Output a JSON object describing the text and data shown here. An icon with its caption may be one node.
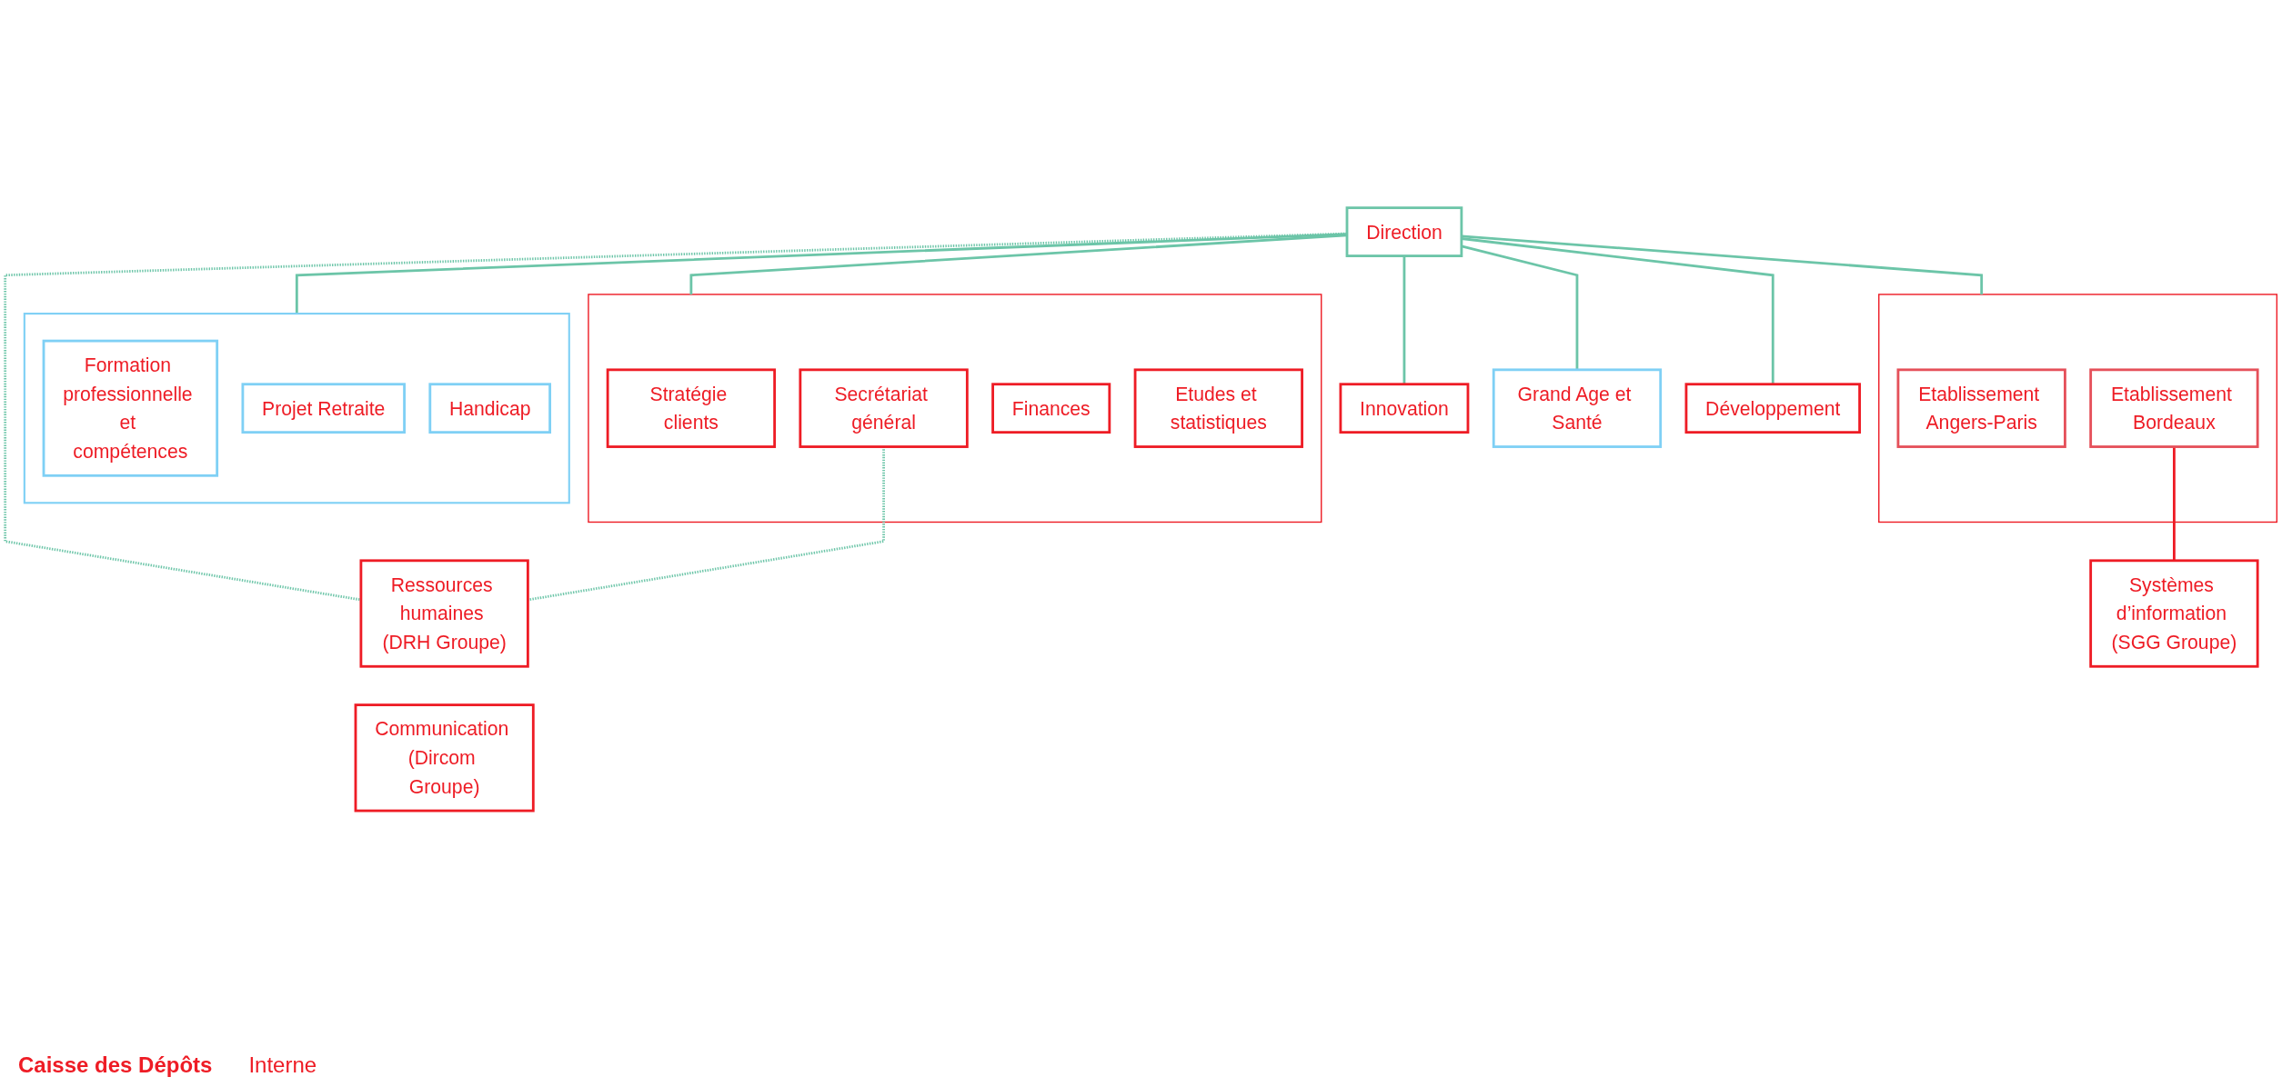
{
  "diagram": {
    "nodes": [
      {
        "text": [
          "Direction"
        ]
      },
      {
        "text": [
          "Innovation"
        ]
      },
      {
        "text": [
          "Grand Age et Santé"
        ]
      },
      {
        "text": [
          "Développement"
        ]
      },
      {
        "text": [],
        "shape": "box"
      },
      {
        "text": [
          "Etablissement Angers-Paris"
        ],
        "in": 4
      },
      {
        "text": [
          "Etablissement Bordeaux"
        ],
        "in": 4
      },
      {
        "text": [],
        "shape": "box"
      },
      {
        "text": [
          "Formation professionnelle et compétences"
        ],
        "in": 7
      },
      {
        "text": [
          "Projet Retraite"
        ],
        "in": 7
      },
      {
        "text": [
          "Handicap"
        ],
        "in": 7
      },
      {
        "text": [],
        "shape": "box"
      },
      {
        "text": [
          "Stratégie clients"
        ],
        "in": 11
      },
      {
        "text": [
          "Secrétariat général"
        ],
        "in": 11
      },
      {
        "text": [
          "Finances"
        ],
        "in": 11
      },
      {
        "text": [
          "Etudes et statistiques"
        ],
        "in": 11
      },
      {
        "text": [
          "Ressources humaines (DRH Groupe)"
        ]
      },
      {
        "text": [
          "Communication (Dircom Groupe)"
        ]
      },
      {
        "text": [
          "Systèmes d’information (SGG Groupe)"
        ]
      }
    ],
    "edges": [
      {
        "from": 0,
        "to": 1,
        "arrow": "none"
      },
      {
        "from": 0,
        "to": 2,
        "arrow": "none"
      },
      {
        "from": 0,
        "to": 3,
        "arrow": "none"
      },
      {
        "from": 0,
        "to": 4,
        "arrow": "none"
      },
      {
        "from": 0,
        "to": 7,
        "arrow": "none"
      },
      {
        "from": 0,
        "to": 11,
        "arrow": "none"
      },
      {
        "from": 0,
        "to": 16,
        "arrow": "none",
        "style": "dashed"
      },
      {
        "from": 13,
        "to": 16,
        "arrow": "none",
        "style": "dashed"
      },
      {
        "from": 6,
        "to": 18,
        "arrow": "none",
        "color": "#ee1c25"
      }
    ],
    "labels": [
      "Caisse des Dépôts",
      "Interne"
    ]
  }
}
